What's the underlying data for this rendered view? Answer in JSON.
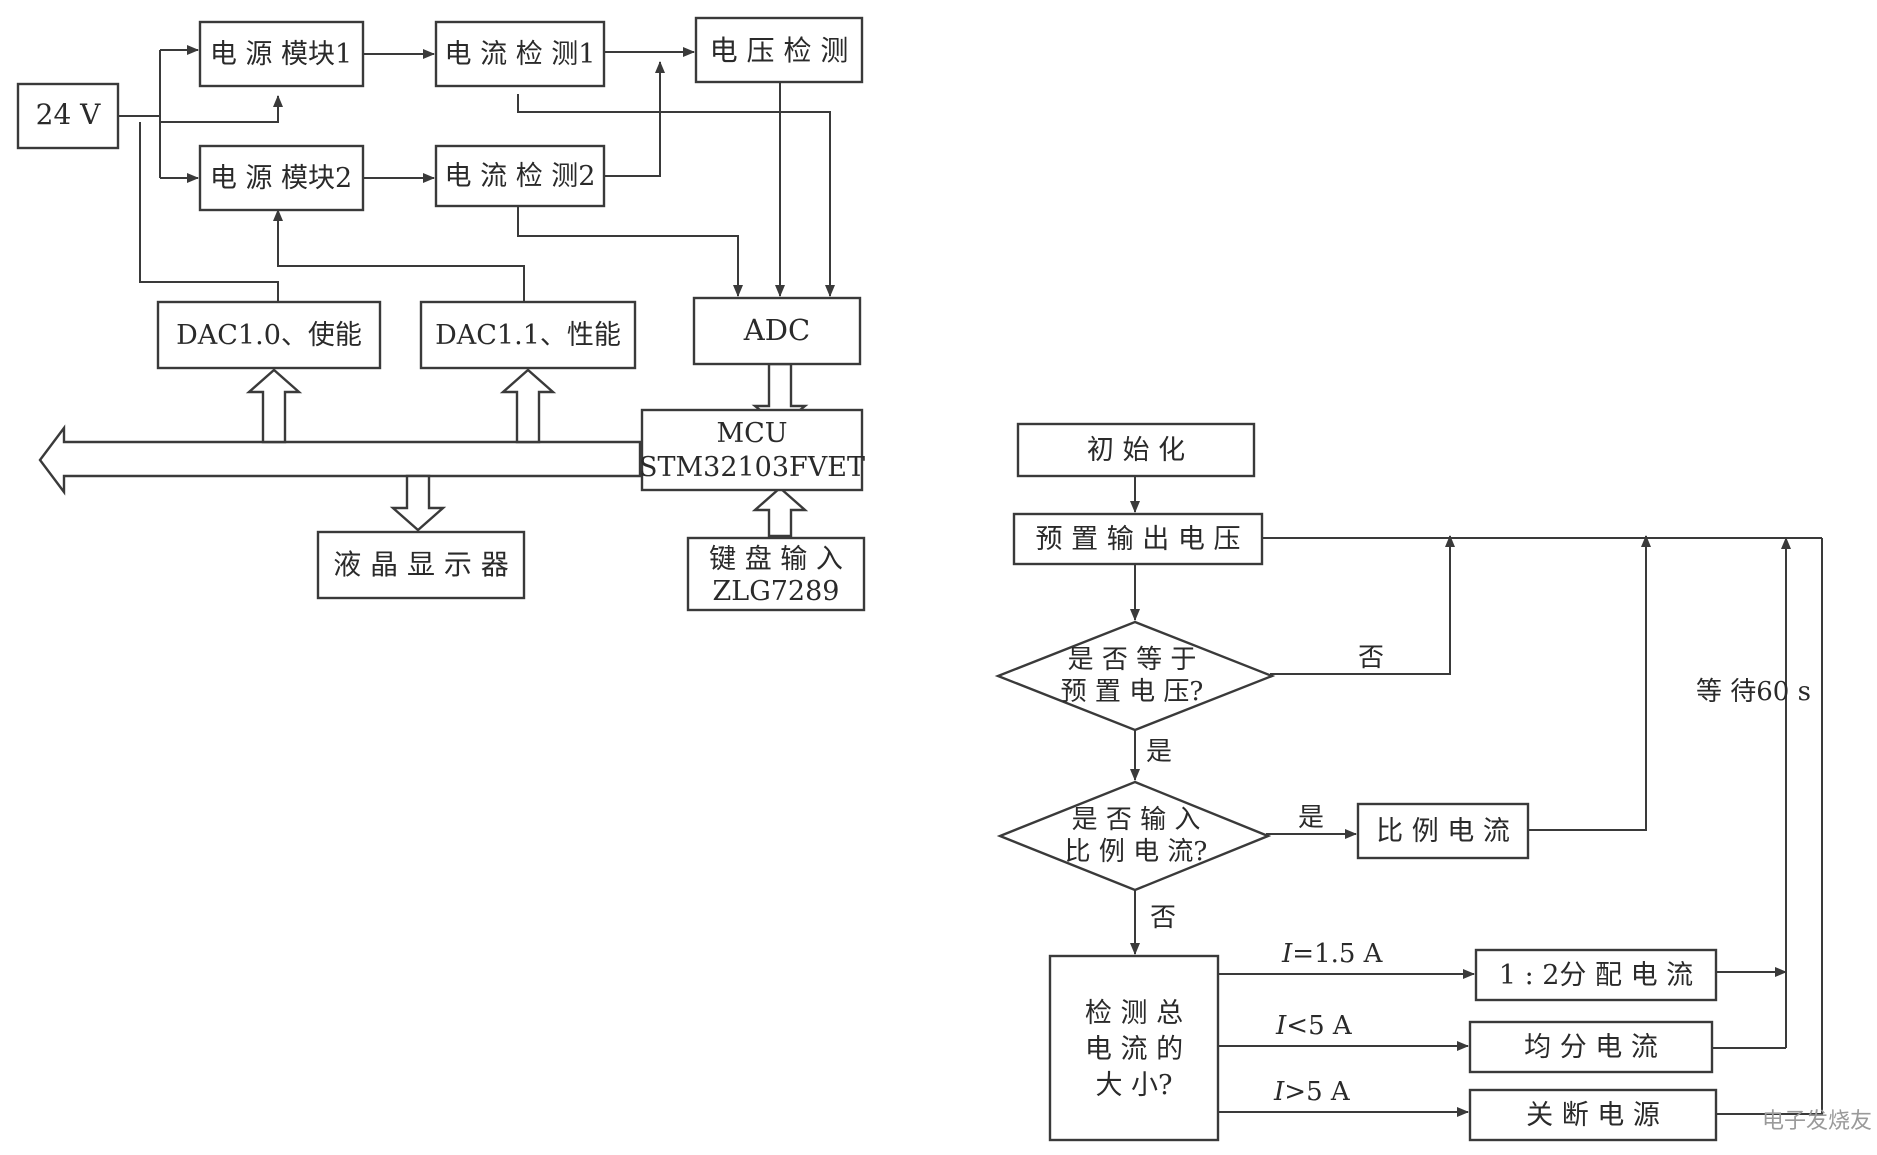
{
  "block_diagram": {
    "v24": "24 V",
    "power1": "电 源 模块1",
    "power2": "电 源 模块2",
    "current1": "电 流 检 测1",
    "current2": "电 流 检 测2",
    "voltage": "电 压 检 测",
    "dac10": "DAC1.0、使能",
    "dac11": "DAC1.1、性能",
    "adc": "ADC",
    "mcu_line1": "MCU",
    "mcu_line2": "STM32103FVET",
    "lcd": "液 晶 显 示 器",
    "kbd_line1": "键 盘 输 入",
    "kbd_line2": "ZLG7289"
  },
  "flowchart": {
    "init": "初 始 化",
    "preset": "预 置 输 出 电 压",
    "d1_line1": "是 否 等 于",
    "d1_line2": "预 置 电 压?",
    "d1_no": "否",
    "d1_yes": "是",
    "d2_line1": "是 否 输 入",
    "d2_line2": "比 例 电 流?",
    "d2_yes": "是",
    "d2_no": "否",
    "ratio": "比 例 电 流",
    "wait": "等 待60 s",
    "detect_line1": "检 测 总",
    "detect_line2": "电 流 的",
    "detect_line3": "大 小?",
    "c1_i": "I",
    "c1_rest": "=1.5 A",
    "c2_i": "I",
    "c2_rest": "<5 A",
    "c3_i": "I",
    "c3_rest": ">5 A",
    "split12": "1 : 2分 配 电 流",
    "equal": "均 分 电 流",
    "shutdown": "关 断 电 源"
  },
  "watermark": "电子发烧友"
}
